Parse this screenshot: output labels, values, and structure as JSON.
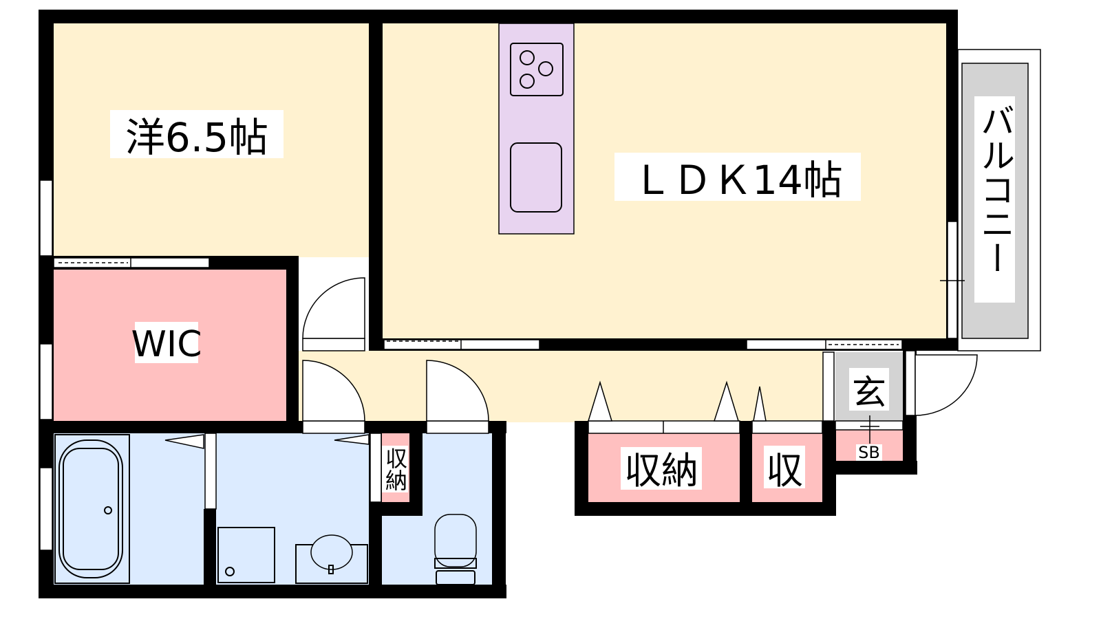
{
  "floorplan": {
    "rooms": {
      "western": {
        "label": "洋6.5帖"
      },
      "ldk": {
        "label": "ＬＤＫ14帖"
      },
      "balcony": {
        "label": "バルコニー"
      },
      "wic": {
        "label": "WIC"
      },
      "small_storage": {
        "label": "収納"
      },
      "storage": {
        "label": "収納"
      },
      "storage2": {
        "label": "収"
      },
      "entrance": {
        "label": "玄"
      },
      "shoebox": {
        "label": "SB"
      }
    },
    "colors": {
      "living": "#fff2d0",
      "storage": "#ffc0c0",
      "wet": "#dcebff",
      "entrance": "#d3d3d3",
      "kitchen": "#e8d4f0",
      "wall": "#000000"
    }
  }
}
